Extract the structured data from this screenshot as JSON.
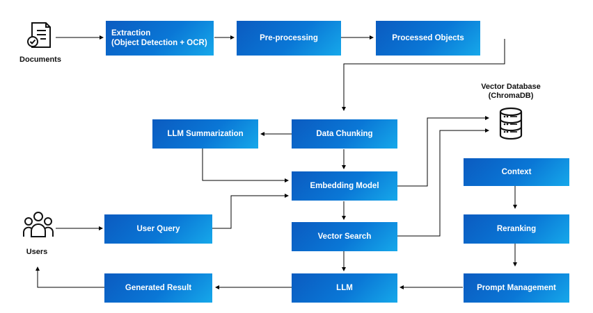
{
  "nodes": {
    "extraction_line1": "Extraction",
    "extraction_line2": "(Object Detection + OCR)",
    "preprocessing": "Pre-processing",
    "processed_objects": "Processed Objects",
    "llm_summarization": "LLM Summarization",
    "data_chunking": "Data Chunking",
    "embedding_model": "Embedding Model",
    "vector_search": "Vector Search",
    "llm": "LLM",
    "generated_result": "Generated Result",
    "user_query": "User Query",
    "context": "Context",
    "reranking": "Reranking",
    "prompt_management": "Prompt Management"
  },
  "labels": {
    "documents": "Documents",
    "users": "Users",
    "vector_db_line1": "Vector Database",
    "vector_db_line2": "(ChromaDB)"
  },
  "icons": [
    "document-check-icon",
    "users-group-icon",
    "database-icon"
  ],
  "colors": {
    "box_start": "#0b5bc0",
    "box_end": "#16a8ea",
    "line": "#000000"
  }
}
